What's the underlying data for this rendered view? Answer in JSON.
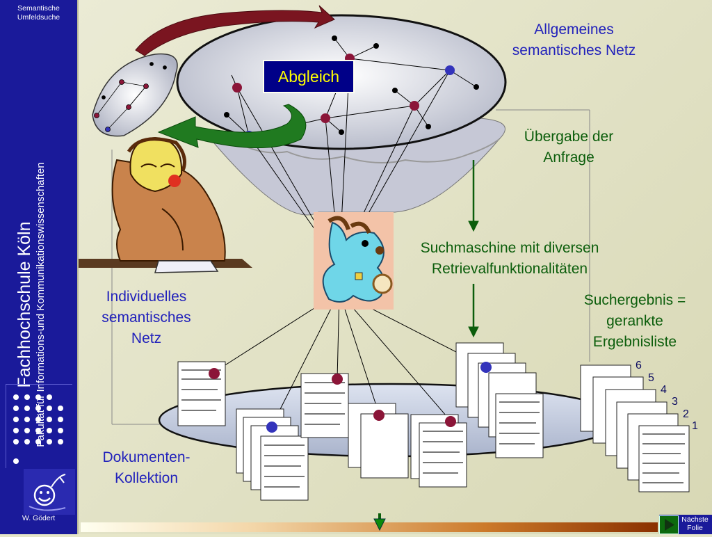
{
  "sidebar": {
    "title": "Semantische Umfeldsuche",
    "institution": "Fachhochschule Köln",
    "faculty": "Fakultät für Informations-und Kommunikationswissenschaften",
    "author": "W. Gödert"
  },
  "diagram": {
    "general_net": "Allgemeines semantisches Netz",
    "handover": "Übergabe der Anfrage",
    "search_engine": "Suchmaschine mit diversen Retrievalfunktionalitäten",
    "result": "Suchergebnis = gerankte Ergebnisliste",
    "individual_net": "Individuelles semantisches Netz",
    "collection": "Dokumenten-Kollektion",
    "match_button": "Abgleich",
    "ranks": [
      "6",
      "5",
      "4",
      "3",
      "2",
      "1"
    ]
  },
  "nav": {
    "next_label": "Nächste Folie"
  },
  "colors": {
    "sidebar": "#1a1a9a",
    "blue_text": "#2222bb",
    "green_text": "#0b5d0b",
    "node_red": "#8b1538",
    "node_blue": "#3333bb"
  },
  "icons": [
    "smiley-icon",
    "next-arrow-icon",
    "down-arrow-icon",
    "thinking-person-illustration",
    "puppy-search-illustration"
  ]
}
